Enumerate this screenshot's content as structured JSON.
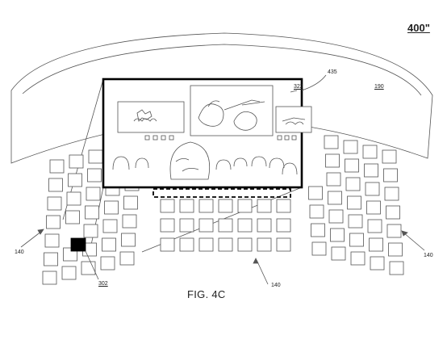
{
  "figure": {
    "number": "400\"",
    "caption": "FIG. 4C"
  },
  "references": {
    "screen": "322",
    "view_region": "435",
    "dome": "190",
    "seating_left": "140",
    "seating_center": "140",
    "seating_right": "140",
    "selected_seat": "302"
  },
  "colors": {
    "line": "#555555",
    "selected_seat": "#000000"
  }
}
